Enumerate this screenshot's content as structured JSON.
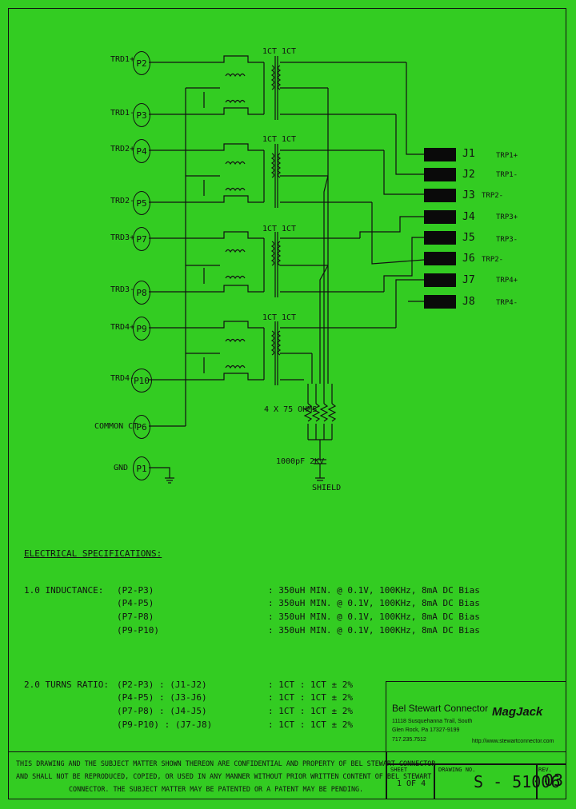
{
  "schematic": {
    "pins": [
      {
        "id": "P2",
        "signal": "TRD1+"
      },
      {
        "id": "P3",
        "signal": "TRD1-"
      },
      {
        "id": "P4",
        "signal": "TRD2+"
      },
      {
        "id": "P5",
        "signal": "TRD2-"
      },
      {
        "id": "P7",
        "signal": "TRD3+"
      },
      {
        "id": "P8",
        "signal": "TRD3-"
      },
      {
        "id": "P9",
        "signal": "TRD4+"
      },
      {
        "id": "P10",
        "signal": "TRD4-"
      },
      {
        "id": "P6",
        "signal": "COMMON CT"
      },
      {
        "id": "P1",
        "signal": "GND"
      }
    ],
    "jacks": [
      {
        "id": "J1",
        "signal": "TRP1+"
      },
      {
        "id": "J2",
        "signal": "TRP1-"
      },
      {
        "id": "J3",
        "signal": "TRP2-"
      },
      {
        "id": "J4",
        "signal": "TRP3+"
      },
      {
        "id": "J5",
        "signal": "TRP3-"
      },
      {
        "id": "J6",
        "signal": "TRP2-"
      },
      {
        "id": "J7",
        "signal": "TRP4+"
      },
      {
        "id": "J8",
        "signal": "TRP4-"
      }
    ],
    "ct_label": "1CT",
    "resistor_label": "4 X 75 OHMS",
    "cap_label": "1000pF 2KV",
    "shield_label": "SHIELD"
  },
  "specs": {
    "heading": "ELECTRICAL SPECIFICATIONS:",
    "inductance_label": "1.0  INDUCTANCE:",
    "inductance": [
      {
        "pins": "(P2-P3)",
        "value": ": 350uH MIN. @ 0.1V, 100KHz, 8mA DC Bias"
      },
      {
        "pins": "(P4-P5)",
        "value": ": 350uH MIN. @ 0.1V, 100KHz, 8mA DC Bias"
      },
      {
        "pins": "(P7-P8)",
        "value": ": 350uH MIN. @ 0.1V, 100KHz, 8mA DC Bias"
      },
      {
        "pins": "(P9-P10)",
        "value": ": 350uH MIN. @ 0.1V, 100KHz, 8mA DC Bias"
      }
    ],
    "turns_label": "2.0  TURNS RATIO:",
    "turns": [
      {
        "pins": "(P2-P3) : (J1-J2)",
        "value": ": 1CT : 1CT ± 2%"
      },
      {
        "pins": "(P4-P5) : (J3-J6)",
        "value": ": 1CT : 1CT ± 2%"
      },
      {
        "pins": "(P7-P8) : (J4-J5)",
        "value": ": 1CT : 1CT ± 2%"
      },
      {
        "pins": "(P9-P10) : (J7-J8)",
        "value": ": 1CT : 1CT ± 2%"
      }
    ]
  },
  "title_block": {
    "company": "Bel Stewart Connector",
    "address1": "11118 Susquehanna Trail, South",
    "address2": "Glen Rock, Pa 17327-9199",
    "phone": "717.235.7512",
    "logo": "MagJack",
    "website": "http://www.stewartconnector.com",
    "sheet_label": "SHEET",
    "sheet_value": "1 OF 4",
    "drawing_label": "DRAWING NO.",
    "drawing_value": "S - 51006",
    "rev_label": "REV.",
    "rev_value": "03"
  },
  "notice": {
    "line1": "THIS DRAWING AND THE SUBJECT MATTER SHOWN THEREON ARE CONFIDENTIAL AND PROPERTY OF BEL STEWART CONNECTOR",
    "line2": "AND SHALL NOT BE REPRODUCED, COPIED, OR USED IN ANY MANNER WITHOUT PRIOR WRITTEN CONTENT OF BEL STEWART",
    "line3": "CONNECTOR.  THE SUBJECT MATTER MAY BE PATENTED OR A PATENT MAY BE PENDING."
  },
  "colors": {
    "background": "#33cc22",
    "ink": "#111111"
  }
}
